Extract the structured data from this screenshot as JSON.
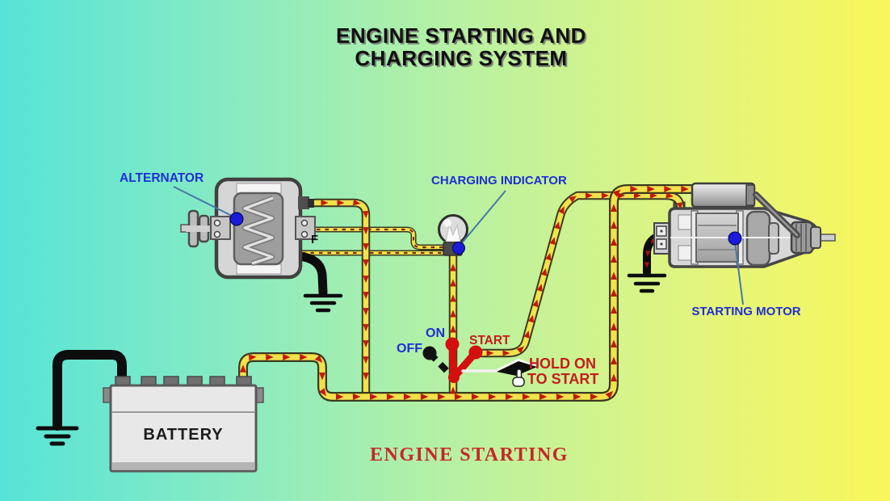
{
  "title": {
    "line1": "ENGINE STARTING AND",
    "line2": "CHARGING SYSTEM"
  },
  "caption": {
    "mode": "ENGINE STARTING"
  },
  "components": {
    "alternator": {
      "label": "ALTERNATOR",
      "field_terminal_label": "F"
    },
    "charging_indicator": {
      "label": "CHARGING INDICATOR"
    },
    "starting_motor": {
      "label": "STARTING MOTOR"
    },
    "battery": {
      "label": "BATTERY"
    }
  },
  "ignition_switch": {
    "off_label": "OFF",
    "on_label": "ON",
    "start_label": "START",
    "active_position": "START",
    "instruction_line1": "HOLD ON",
    "instruction_line2": "TO START"
  },
  "icons": {
    "ground": "ground-icon",
    "bulb": "light-bulb-icon",
    "hand": "hand-pointer-icon",
    "marker": "marker-dot"
  },
  "colors": {
    "background_left": "#56e4d8",
    "background_right": "#f9f65a",
    "wire_yellow": "#f2e24b",
    "wire_outline": "#3a3a22",
    "arrow_red": "#c01a05",
    "label_blue": "#1f2fd4",
    "caption_red": "#c62828",
    "switch_red": "#d40f0f",
    "switch_off_black": "#111111",
    "title_black": "#101010"
  }
}
